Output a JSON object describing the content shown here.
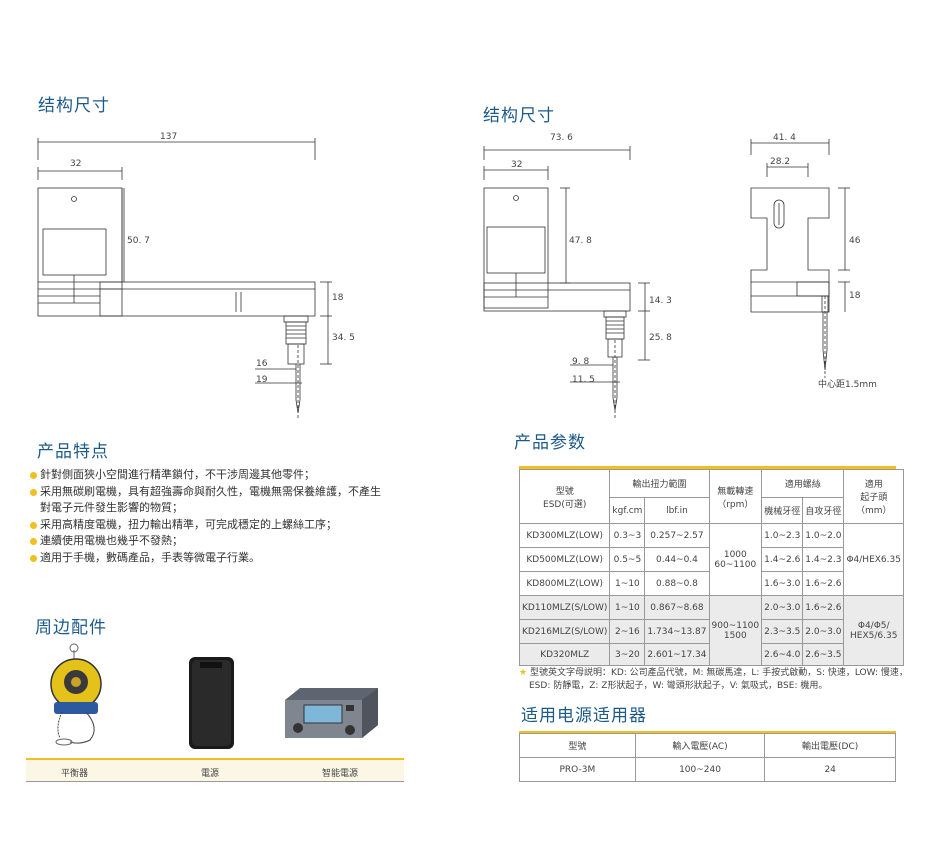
{
  "headings": {
    "structure_left": "结构尺寸",
    "structure_right": "结构尺寸",
    "features": "产品特点",
    "params": "产品参数",
    "accessories": "周边配件",
    "power": "适用电源适用器"
  },
  "dims_left": {
    "d137": "137",
    "d32": "32",
    "d507": "50. 7",
    "d18": "18",
    "d345": "34. 5",
    "d16": "16",
    "d19": "19"
  },
  "dims_mid": {
    "d736": "73. 6",
    "d32": "32",
    "d478": "47. 8",
    "d143": "14. 3",
    "d258": "25. 8",
    "d98": "9. 8",
    "d115": "11. 5"
  },
  "dims_right": {
    "d414": "41. 4",
    "d282": "28.2",
    "d46": "46",
    "d18": "18",
    "center": "中心距1.5mm"
  },
  "features": [
    "針對側面狹小空間進行精準鎖付，不干涉周邊其他零件；",
    "采用無碳刷電機，具有超強壽命與耐久性，電機無需保養維護，不產生",
    "對電子元件發生影響的物質；",
    "采用高精度電機，扭力輸出精準，可完成穩定的上螺絲工序；",
    "連續使用電機也幾乎不發熱；",
    "適用于手機，數碼產品，手表等微電子行業。"
  ],
  "params_table": {
    "h_model": "型號",
    "h_model2": "ESD(可選)",
    "h_torque": "輸出扭力範圍",
    "h_kgf": "kgf.cm",
    "h_lbf": "lbf.in",
    "h_speed": "無載轉速",
    "h_speed2": "（rpm）",
    "h_screw": "適用螺絲",
    "h_machine": "機械牙徑",
    "h_self": "自攻牙徑",
    "h_bit": "適用",
    "h_bit2": "起子頭",
    "h_bit3": "（mm）",
    "rows": [
      {
        "model": "KD300MLZ(LOW)",
        "kgf": "0.3~3",
        "lbf": "0.257~2.57",
        "mach": "1.0~2.3",
        "self": "1.0~2.0"
      },
      {
        "model": "KD500MLZ(LOW)",
        "kgf": "0.5~5",
        "lbf": "0.44~0.4",
        "mach": "1.4~2.6",
        "self": "1.4~2.3"
      },
      {
        "model": "KD800MLZ(LOW)",
        "kgf": "1~10",
        "lbf": "0.88~0.8",
        "mach": "1.6~3.0",
        "self": "1.6~2.6"
      },
      {
        "model": "KD110MLZ(S/LOW)",
        "kgf": "1~10",
        "lbf": "0.867~8.68",
        "mach": "2.0~3.0",
        "self": "1.6~2.6"
      },
      {
        "model": "KD216MLZ(S/LOW)",
        "kgf": "2~16",
        "lbf": "1.734~13.87",
        "mach": "2.3~3.5",
        "self": "2.0~3.0"
      },
      {
        "model": "KD320MLZ",
        "kgf": "3~20",
        "lbf": "2.601~17.34",
        "mach": "2.6~4.0",
        "self": "2.6~3.5"
      }
    ],
    "speed_a1": "1000",
    "speed_a2": "60~1100",
    "speed_b1": "900~1100",
    "speed_b2": "1500",
    "bit_a": "Φ4/HEX6.35",
    "bit_b1": "Φ4/Φ5/",
    "bit_b2": "HEX5/6.35"
  },
  "note": {
    "line1": "型號英文字母説明：KD: 公司產品代號，M: 無碳馬達，L: 手按式啟動，S: 快速，LOW: 慢速，",
    "line2": "ESD: 防靜電，Z: Z形狀起子，W: 彎頭形狀起子，V: 氣吸式，BSE: 機用。"
  },
  "power_table": {
    "h_model": "型號",
    "h_in": "輸入電壓(AC)",
    "h_out": "輸出電壓(DC)",
    "model": "PRO-3M",
    "in": "100~240",
    "out": "24"
  },
  "accessories": {
    "a1": "平衡器",
    "a2": "電源",
    "a3": "智能電源"
  }
}
